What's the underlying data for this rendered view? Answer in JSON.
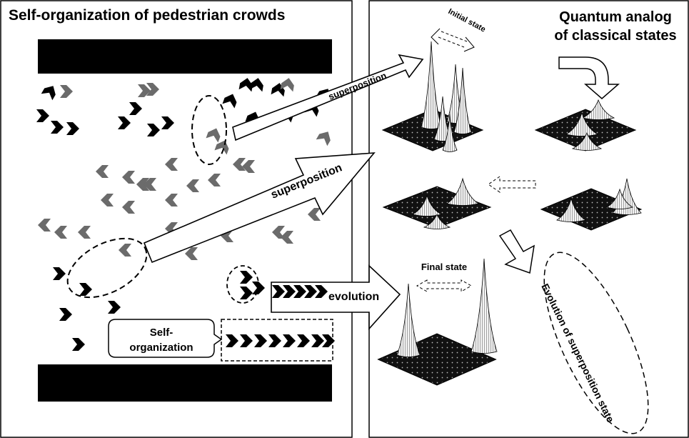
{
  "left_panel": {
    "title": "Self-organization of pedestrian crowds",
    "callout_line1": "Self-",
    "callout_line2": "organization"
  },
  "right_panel": {
    "title_line1": "Quantum analog",
    "title_line2": "of classical states",
    "initial_state": "Initial state",
    "final_state": "Final state",
    "evolution_note": "Evolution of superposition state"
  },
  "arrows": {
    "superposition_top": "superposition",
    "superposition_mid": "superposition",
    "evolution": "evolution"
  },
  "colors": {
    "black": "#000000",
    "gray_pedestrian": "#6b6b6b",
    "surface_grid": "#1a1a1a",
    "peak_highlight": "#e8e8e8"
  }
}
